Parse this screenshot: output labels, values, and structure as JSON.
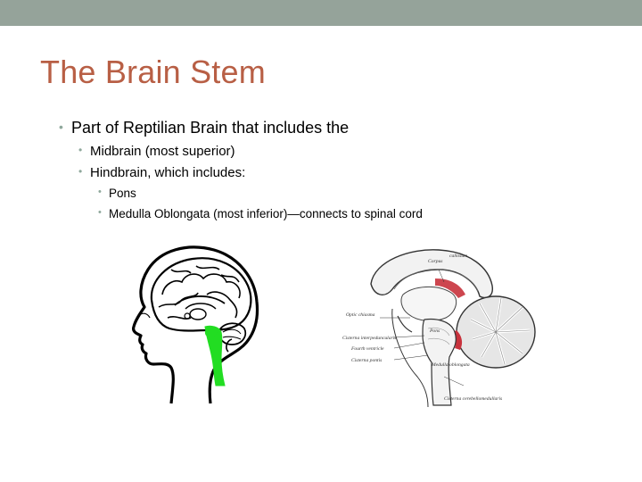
{
  "slide": {
    "title": "The Brain Stem",
    "bullets": {
      "level1": "Part of Reptilian Brain that includes the",
      "midbrain": "Midbrain (most superior)",
      "hindbrain": "Hindbrain, which includes:",
      "pons": "Pons",
      "medulla": "Medulla Oblongata (most inferior)—connects to spinal cord"
    },
    "bullet_glyph": "•"
  },
  "figures": {
    "left": {
      "icon": "brain-head-profile-illustration",
      "highlight_color": "#22dd22"
    },
    "right": {
      "icon": "brainstem-sagittal-section-diagram",
      "annotations": {
        "corpus": "Corpus",
        "callosum": "callosum",
        "optic_chiasma": "Optic chiasma",
        "cisterna_interpeduncularis": "Cisterna interpeduncularis",
        "fourth_ventricle": "Fourth ventricle",
        "cisterna_pontis": "Cisterna pontis",
        "pons": "Pons",
        "medulla": "Medulla oblongata",
        "cisterna_cerebellomedullaris": "Cisterna cerebellomedullaris"
      }
    }
  },
  "colors": {
    "top_bar": "#95a39a",
    "title": "#b85f45",
    "bullet_dot": "#8fa89c",
    "brainstem_highlight": "#22dd22",
    "section_red": "#c8323c"
  }
}
